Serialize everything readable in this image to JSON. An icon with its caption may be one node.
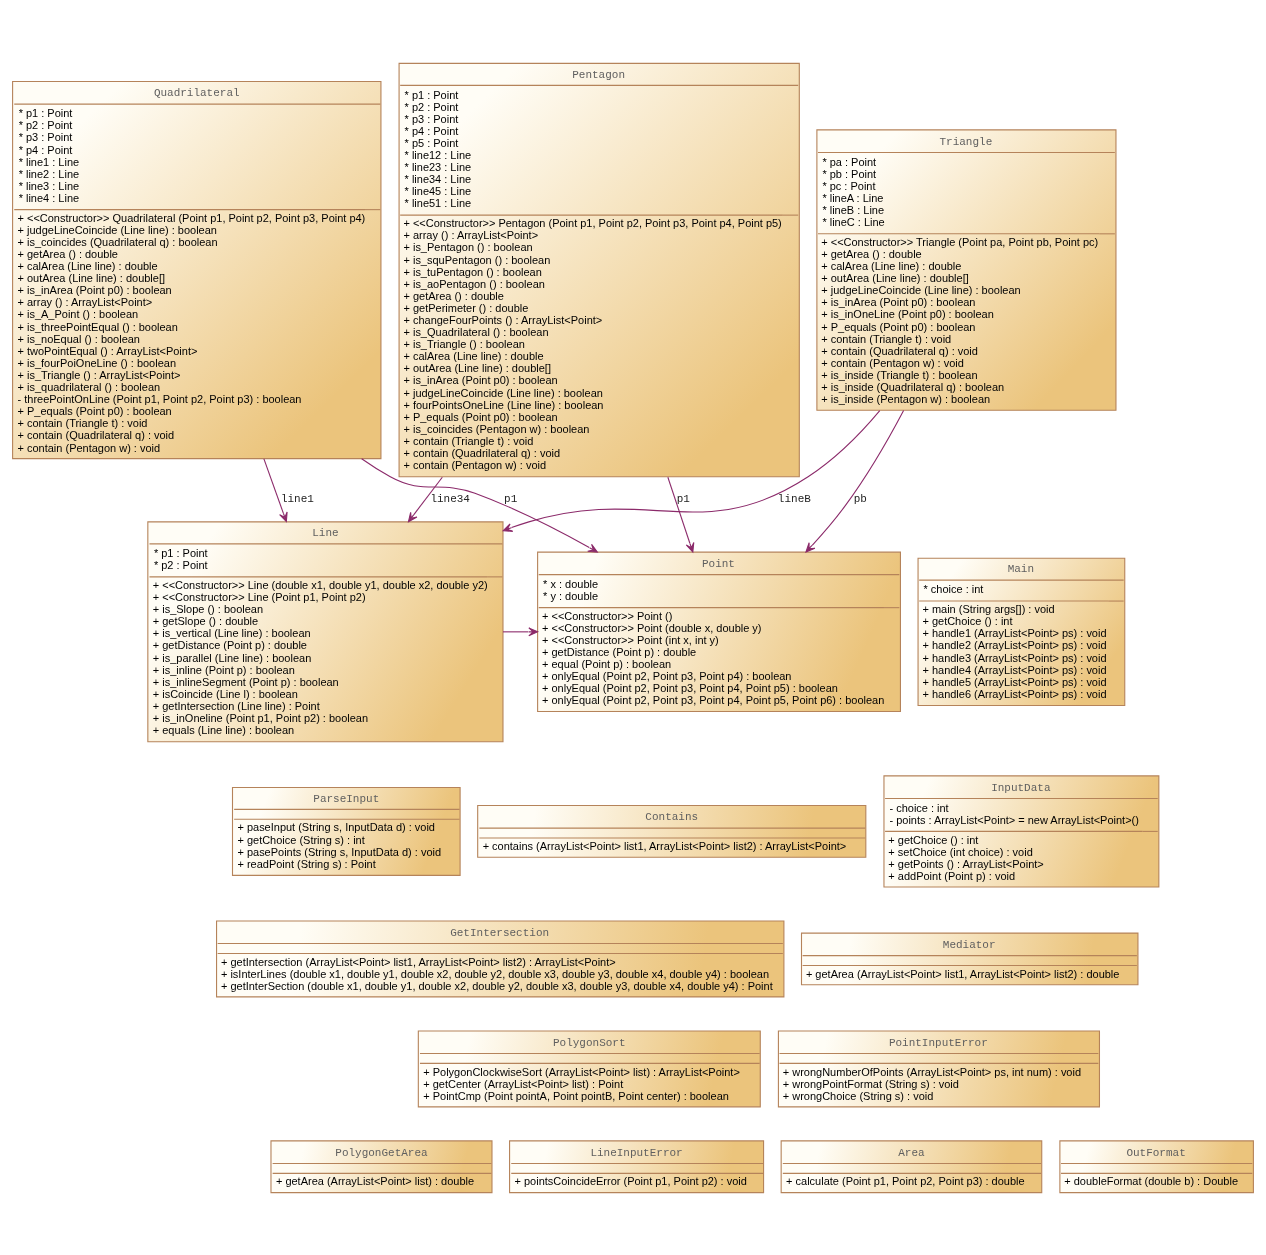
{
  "diagram": {
    "nodes": [
      {
        "text": [
          "Quadrilateral",
          "* p1 : Point",
          "* p2 : Point",
          "* p3 : Point",
          "* p4 : Point",
          "* line1 : Line",
          "* line2 : Line",
          "* line3 : Line",
          "* line4 : Line",
          "+ <<Constructor>> Quadrilateral (Point p1, Point p2, Point p3, Point p4)",
          "+ judgeLineCoincide (Line line) : boolean",
          "+ is_coincides (Quadrilateral q) : boolean",
          "+ getArea () : double",
          "+ calArea (Line line) : double",
          "+ outArea (Line line) : double[]",
          "+ is_inArea (Point p0) : boolean",
          "+ array () : ArrayList<Point>",
          "+ is_A_Point () : boolean",
          "+ is_threePointEqual () : boolean",
          "+ is_noEqual () : boolean",
          "+ twoPointEqual () : ArrayList<Point>",
          "+ is_fourPoiOneLine () : boolean",
          "+ is_Triangle () : ArrayList<Point>",
          "+ is_quadrilateral () : boolean",
          "- threePointOnLine (Point p1, Point p2, Point p3) : boolean",
          "+ P_equals (Point p0) : boolean",
          "+ contain (Triangle t) : void",
          "+ contain (Quadrilateral q) : void",
          "+ contain (Pentagon w) : void"
        ]
      },
      {
        "text": [
          "Triangle",
          "* pa : Point",
          "* pb : Point",
          "* pc : Point",
          "* lineA : Line",
          "* lineB : Line",
          "* lineC : Line",
          "+ <<Constructor>> Triangle (Point pa, Point pb, Point pc)",
          "+ getArea () : double",
          "+ calArea (Line line) : double",
          "+ outArea (Line line) : double[]",
          "+ judgeLineCoincide (Line line) : boolean",
          "+ is_inArea (Point p0) : boolean",
          "+ is_inOneLine (Point p0) : boolean",
          "+ P_equals (Point p0) : boolean",
          "+ contain (Triangle t) : void",
          "+ contain (Quadrilateral q) : void",
          "+ contain (Pentagon w) : void",
          "+ is_inside (Triangle t) : boolean",
          "+ is_inside (Quadrilateral q) : boolean",
          "+ is_inside (Pentagon w) : boolean"
        ]
      },
      {
        "text": [
          "Point",
          "* x : double",
          "* y : double",
          "+ <<Constructor>> Point ()",
          "+ <<Constructor>> Point (double x, double y)",
          "+ <<Constructor>> Point (int x, int y)",
          "+ getDistance (Point p) : double",
          "+ equal (Point p) : boolean",
          "+ onlyEqual (Point p2, Point p3, Point p4) : boolean",
          "+ onlyEqual (Point p2, Point p3, Point p4, Point p5) : boolean",
          "+ onlyEqual (Point p2, Point p3, Point p4, Point p5, Point p6) : boolean"
        ]
      },
      {
        "text": [
          "Line",
          "* p1 : Point",
          "* p2 : Point",
          "+ <<Constructor>> Line (double x1, double y1, double x2, double y2)",
          "+ <<Constructor>> Line (Point p1, Point p2)",
          "+ is_Slope () : boolean",
          "+ getSlope () : double",
          "+ is_vertical (Line line) : boolean",
          "+ getDistance (Point p) : double",
          "+ is_parallel (Line line) : boolean",
          "+ is_inline (Point p) : boolean",
          "+ is_inlineSegment (Point p) : boolean",
          "+ isCoincide (Line l) : boolean",
          "+ getIntersection (Line line) : Point",
          "+ is_inOneline (Point p1, Point p2) : boolean",
          "+ equals (Line line) : boolean"
        ]
      },
      {
        "text": [
          "Pentagon",
          "* p1 : Point",
          "* p2 : Point",
          "* p3 : Point",
          "* p4 : Point",
          "* p5 : Point",
          "* line12 : Line",
          "* line23 : Line",
          "* line34 : Line",
          "* line45 : Line",
          "* line51 : Line",
          "+ <<Constructor>> Pentagon (Point p1, Point p2, Point p3, Point p4, Point p5)",
          "+ array () : ArrayList<Point>",
          "+ is_Pentagon () : boolean",
          "+ is_squPentagon () : boolean",
          "+ is_tuPentagon () : boolean",
          "+ is_aoPentagon () : boolean",
          "+ getArea () : double",
          "+ getPerimeter () : double",
          "+ changeFourPoints () : ArrayList<Point>",
          "+ is_Quadrilateral () : boolean",
          "+ is_Triangle () : boolean",
          "+ calArea (Line line) : double",
          "+ outArea (Line line) : double[]",
          "+ is_inArea (Point p0) : boolean",
          "+ judgeLineCoincide (Line line) : boolean",
          "+ fourPointsOneLine (Line line) : boolean",
          "+ P_equals (Point p0) : boolean",
          "+ is_coincides (Pentagon w) : boolean",
          "+ contain (Triangle t) : void",
          "+ contain (Quadrilateral q) : void",
          "+ contain (Pentagon w) : void"
        ]
      },
      {
        "text": [
          "Main",
          "* choice : int",
          "+ main (String args[]) : void",
          "+ getChoice () : int",
          "+ handle1 (ArrayList<Point> ps) : void",
          "+ handle2 (ArrayList<Point> ps) : void",
          "+ handle3 (ArrayList<Point> ps) : void",
          "+ handle4 (ArrayList<Point> ps) : void",
          "+ handle5 (ArrayList<Point> ps) : void",
          "+ handle6 (ArrayList<Point> ps) : void"
        ]
      },
      {
        "text": [
          "InputData",
          "- choice : int",
          "- points : ArrayList<Point> = new ArrayList<Point>()",
          "+ getChoice () : int",
          "+ setChoice (int choice) : void",
          "+ getPoints () : ArrayList<Point>",
          "+ addPoint (Point p) : void"
        ]
      },
      {
        "text": [
          "ParseInput",
          "+ paseInput (String s, InputData d) : void",
          "+ getChoice (String s) : int",
          "+ pasePoints (String s, InputData d) : void",
          "+ readPoint (String s) : Point"
        ]
      },
      {
        "text": [
          "GetIntersection",
          "+ getIntersection (ArrayList<Point> list1, ArrayList<Point> list2) : ArrayList<Point>",
          "+ isInterLines (double x1, double y1, double x2, double y2, double x3, double y3, double x4, double y4) : boolean",
          "+ getInterSection (double x1, double y1, double x2, double y2, double x3, double y3, double x4, double y4) : Point"
        ]
      },
      {
        "text": [
          "PolygonSort",
          "+ PolygonClockwiseSort (ArrayList<Point> list) : ArrayList<Point>",
          "+ getCenter (ArrayList<Point> list) : Point",
          "+ PointCmp (Point pointA, Point pointB, Point center) : boolean"
        ]
      },
      {
        "text": [
          "PointInputError",
          "+ wrongNumberOfPoints (ArrayList<Point> ps, int num) : void",
          "+ wrongPointFormat (String s) : void",
          "+ wrongChoice (String s) : void"
        ]
      },
      {
        "text": [
          "Contains",
          "+ contains (ArrayList<Point> list1, ArrayList<Point> list2) : ArrayList<Point>"
        ]
      },
      {
        "text": [
          "Mediator",
          "+ getArea (ArrayList<Point> list1, ArrayList<Point> list2) : double"
        ]
      },
      {
        "text": [
          "Area",
          "+ calculate (Point p1, Point p2, Point p3) : double"
        ]
      },
      {
        "text": [
          "LineInputError",
          "+ pointsCoincideError (Point p1, Point p2) : void"
        ]
      },
      {
        "text": [
          "PolygonGetArea",
          "+ getArea (ArrayList<Point> list) : double"
        ]
      },
      {
        "text": [
          "OutFormat",
          "+ doubleFormat (double b) : Double"
        ]
      }
    ],
    "edges": [
      {
        "from": 1,
        "to": 2,
        "arrow": "to",
        "label": "pb"
      },
      {
        "from": 0,
        "to": 2,
        "arrow": "to",
        "label": "p1"
      },
      {
        "from": 3,
        "to": 2,
        "arrow": "to"
      },
      {
        "from": 0,
        "to": 3,
        "arrow": "to",
        "label": "line1"
      },
      {
        "from": 4,
        "to": 2,
        "arrow": "to",
        "label": "p1"
      },
      {
        "from": 1,
        "to": 3,
        "arrow": "to",
        "label": "lineB"
      },
      {
        "from": 4,
        "to": 3,
        "arrow": "to",
        "label": "line34"
      }
    ]
  }
}
